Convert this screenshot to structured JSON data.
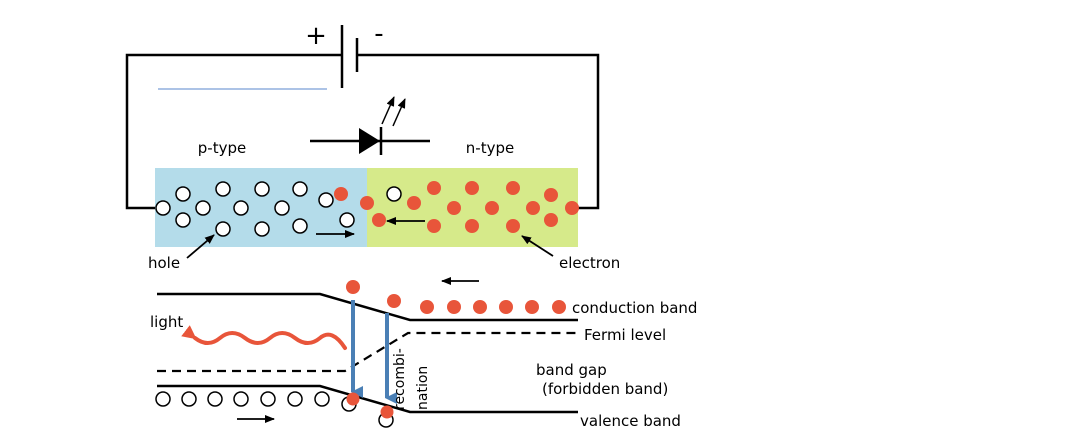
{
  "battery": {
    "plus_label": "+",
    "minus_label": "-"
  },
  "regions": {
    "p_label": "p-type",
    "n_label": "n-type"
  },
  "carriers": {
    "hole_label": "hole",
    "electron_label": "electron"
  },
  "bands": {
    "light_label": "light",
    "conduction_label": "conduction band",
    "fermi_label": "Fermi level",
    "gap_line1": "band gap",
    "gap_line2": "(forbidden band)",
    "valence_label": "valence band",
    "recomb_line1": "recombi-",
    "recomb_line2": "nation"
  },
  "colors": {
    "p_region": "#b4dcea",
    "n_region": "#d6ea8a",
    "electron": "#e8553a",
    "recombination_arrow": "#4a7fb5",
    "light_wave": "#e8553a",
    "accent_line": "#7a9fd6"
  }
}
